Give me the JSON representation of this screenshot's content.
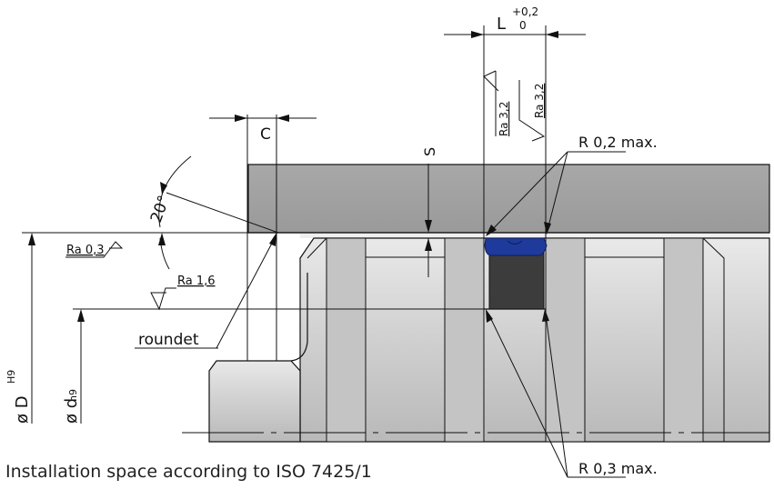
{
  "labels": {
    "length": "L",
    "length_tol_upper": "+0,2",
    "length_tol_lower": "0",
    "chamfer": "C",
    "section": "S",
    "angle": "20°",
    "ra_03": "Ra 0,3",
    "ra_16": "Ra 1,6",
    "ra_32_left": "Ra 3,2",
    "ra_32_right": "Ra 3,2",
    "radius_top": "R 0,2 max.",
    "radius_bottom": "R 0,3 max.",
    "roundet": "roundet",
    "bore_diameter": "ø D",
    "bore_tolerance": "H9",
    "rod_diameter": "ø d",
    "rod_tolerance": "h9"
  },
  "caption": "Installation space according to ISO 7425/1",
  "colors": {
    "housing": "#a3a3a3",
    "rod": "#cfcfcf",
    "seal_lip": "#1e3a9a",
    "seal_body": "#3c3c3c",
    "line": "#111111"
  }
}
